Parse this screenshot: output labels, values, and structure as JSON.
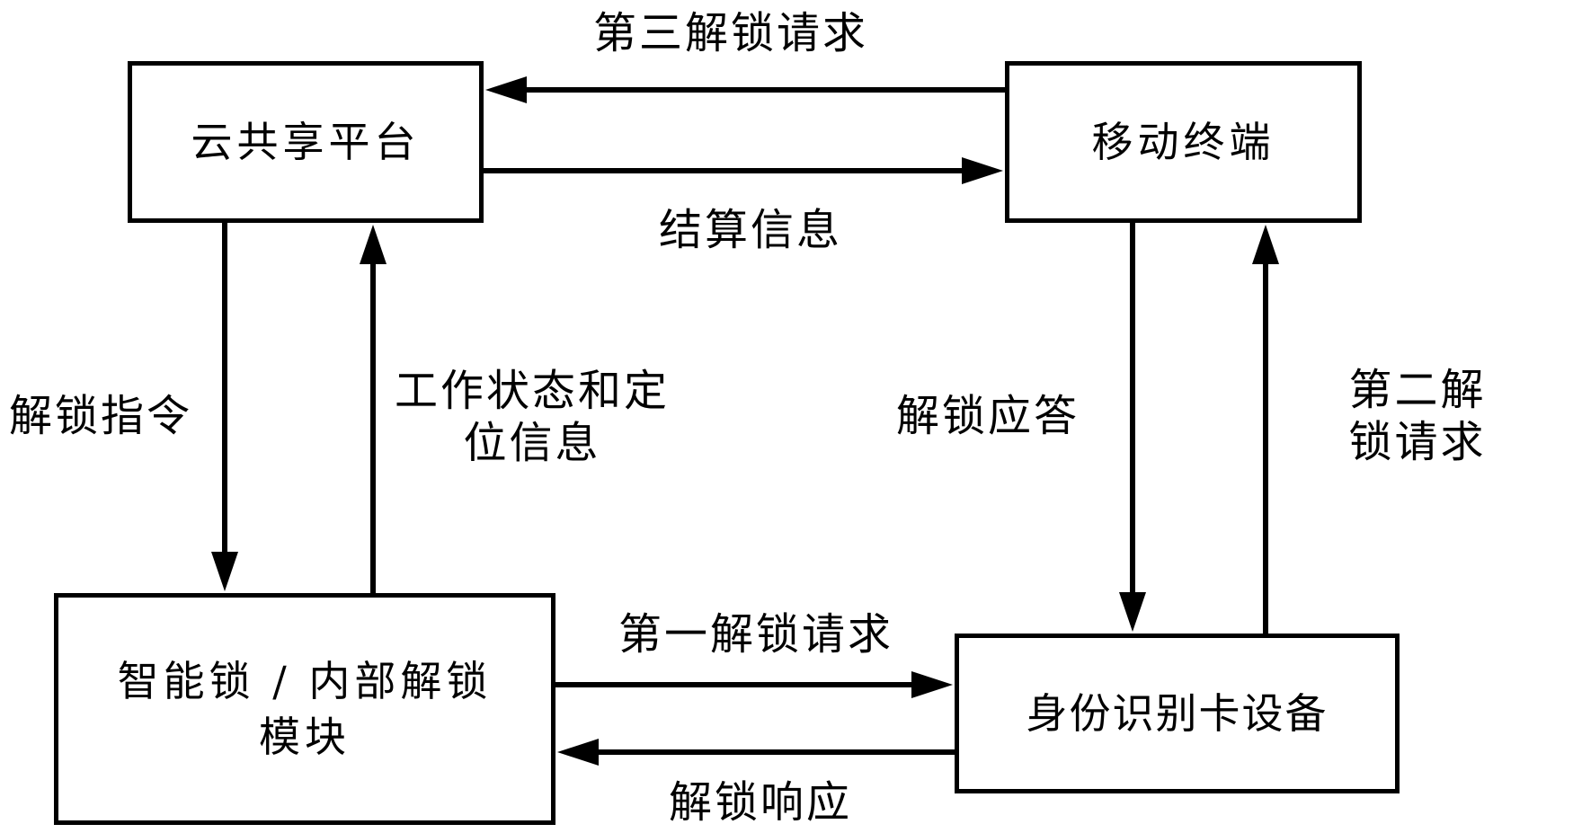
{
  "diagram": {
    "type": "block-diagram",
    "colors": {
      "background": "#ffffff",
      "line": "#000000",
      "box_fill": "#ffffff",
      "text": "#000000"
    },
    "nodes": [
      {
        "id": "cloud-platform",
        "label": "云共享平台"
      },
      {
        "id": "mobile-terminal",
        "label": "移动终端"
      },
      {
        "id": "smart-lock-module",
        "label": "智能锁 / 内部解锁\n模块"
      },
      {
        "id": "id-card-device",
        "label": "身份识别卡设备"
      }
    ],
    "edges": [
      {
        "id": "third-unlock-request",
        "label": "第三解锁请求",
        "from": "mobile-terminal",
        "to": "cloud-platform",
        "direction": "right-to-left"
      },
      {
        "id": "settlement-info",
        "label": "结算信息",
        "from": "cloud-platform",
        "to": "mobile-terminal",
        "direction": "left-to-right"
      },
      {
        "id": "unlock-command",
        "label": "解锁指令",
        "from": "cloud-platform",
        "to": "smart-lock-module",
        "direction": "downward"
      },
      {
        "id": "work-status-location",
        "label": "工作状态和定\n位信息",
        "from": "smart-lock-module",
        "to": "cloud-platform",
        "direction": "upward"
      },
      {
        "id": "unlock-answer",
        "label": "解锁应答",
        "from": "mobile-terminal",
        "to": "id-card-device",
        "direction": "downward"
      },
      {
        "id": "second-unlock-request",
        "label": "第二解锁请求",
        "from": "id-card-device",
        "to": "mobile-terminal",
        "direction": "upward"
      },
      {
        "id": "first-unlock-request",
        "label": "第一解锁请求",
        "from": "smart-lock-module",
        "to": "id-card-device",
        "direction": "left-to-right"
      },
      {
        "id": "unlock-response",
        "label": "解锁响应",
        "from": "id-card-device",
        "to": "smart-lock-module",
        "direction": "right-to-left"
      }
    ]
  }
}
